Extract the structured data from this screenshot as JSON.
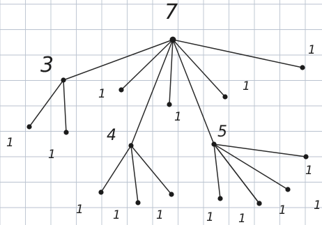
{
  "tree": {
    "nodes": [
      {
        "id": "root",
        "label": "7"
      },
      {
        "id": "a",
        "label": "3",
        "parent": "root"
      },
      {
        "id": "a1",
        "label": "1",
        "parent": "a"
      },
      {
        "id": "a2",
        "label": "1",
        "parent": "a"
      },
      {
        "id": "b",
        "label": "1",
        "parent": "root"
      },
      {
        "id": "c",
        "label": "4",
        "parent": "root"
      },
      {
        "id": "c1",
        "label": "1",
        "parent": "c"
      },
      {
        "id": "c2",
        "label": "1",
        "parent": "c"
      },
      {
        "id": "c3",
        "label": "1",
        "parent": "c"
      },
      {
        "id": "d",
        "label": "1",
        "parent": "root"
      },
      {
        "id": "e",
        "label": "5",
        "parent": "root"
      },
      {
        "id": "e1",
        "label": "1",
        "parent": "e"
      },
      {
        "id": "e2",
        "label": "1",
        "parent": "e"
      },
      {
        "id": "e3",
        "label": "1",
        "parent": "e"
      },
      {
        "id": "e4",
        "label": "1",
        "parent": "e"
      },
      {
        "id": "e5",
        "label": "1",
        "parent": "e"
      },
      {
        "id": "f",
        "label": "1",
        "parent": "root"
      },
      {
        "id": "g",
        "label": "1",
        "parent": "root"
      }
    ]
  },
  "colors": {
    "ink": "#1c1c1c",
    "grid": "#b9c2cf",
    "paper": "#ffffff"
  }
}
